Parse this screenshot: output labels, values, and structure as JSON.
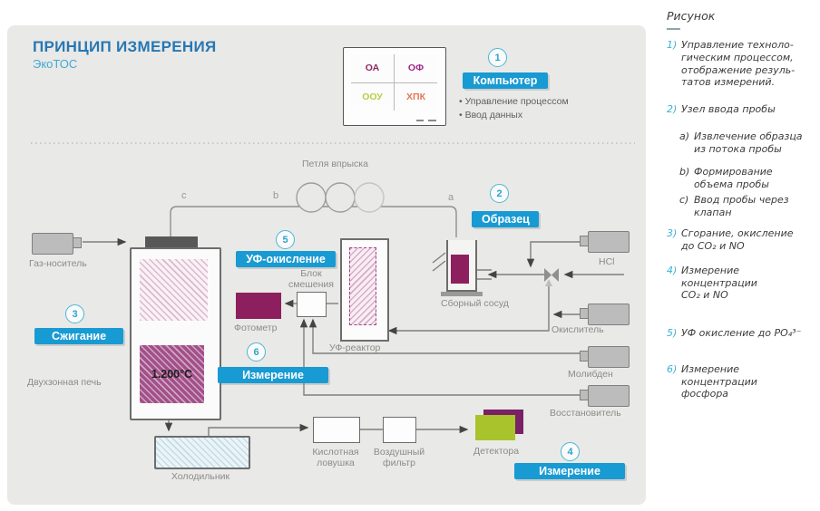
{
  "title": {
    "main": "ПРИНЦИП ИЗМЕРЕНИЯ",
    "sub": "ЭкоТОС"
  },
  "colors": {
    "accent_blue": "#189ad3",
    "badge_cyan": "#49b7d8",
    "magenta": "#8e1f5f",
    "detector_purple": "#7a2066",
    "detector_green": "#a8c32b"
  },
  "monitor": {
    "quadrants": [
      {
        "label": "ОА",
        "color": "#8e2a5e"
      },
      {
        "label": "ОФ",
        "color": "#a1278c"
      },
      {
        "label": "ООУ",
        "color": "#bccb45"
      },
      {
        "label": "ХПК",
        "color": "#e2785a"
      }
    ]
  },
  "steps": {
    "computer": {
      "num": "1",
      "label": "Компьютер",
      "bullets": [
        "Управление процессом",
        "Ввод данных"
      ]
    },
    "sample": {
      "num": "2",
      "label": "Образец"
    },
    "combustion": {
      "num": "3",
      "label": "Сжигание"
    },
    "measure4": {
      "num": "4",
      "label": "Измерение"
    },
    "uv": {
      "num": "5",
      "label": "УФ-окисление"
    },
    "measure6": {
      "num": "6",
      "label": "Измерение"
    }
  },
  "diagram": {
    "injection_loop": "Петля впрыска",
    "letters": [
      "c",
      "b",
      "a"
    ],
    "furnace_temp": "1.200°C",
    "gas_carrier": "Газ-носитель",
    "furnace": "Двухзонная печь",
    "vessel": "Сборный сосуд",
    "mixer": "Блок\nсмешения",
    "photometer": "Фотометр",
    "uv_reactor": "УФ-реактор",
    "cooler": "Холодильник",
    "acid_trap": "Кислотная\nловушка",
    "air_filter": "Воздушный\nфильтр",
    "detector": "Детектора",
    "hcl": "HCl",
    "oxidizer": "Окислитель",
    "molybdenum": "Молибден",
    "reducer": "Восстановитель"
  },
  "legend": {
    "title": "Рисунок",
    "items": [
      {
        "num": "1)",
        "text": "Управление техноло-\nгическим процессом,\nотображение резуль-\nтатов измерений."
      },
      {
        "num": "2)",
        "text": "Узел ввода пробы"
      },
      {
        "num": "a)",
        "text": "Извлечение образца\nиз потока пробы"
      },
      {
        "num": "b)",
        "text": "Формирование\nобъема пробы"
      },
      {
        "num": "c)",
        "text": "Ввод пробы через\nклапан"
      },
      {
        "num": "3)",
        "text": "Сгорание, окисление\nдо CO₂ и NO"
      },
      {
        "num": "4)",
        "text": "Измерение концентрации\nCO₂ и NO"
      },
      {
        "num": "5)",
        "text": "УФ окисление до PO₄³⁻"
      },
      {
        "num": "6)",
        "text": "Измерение концентрации\nфосфора"
      }
    ]
  }
}
